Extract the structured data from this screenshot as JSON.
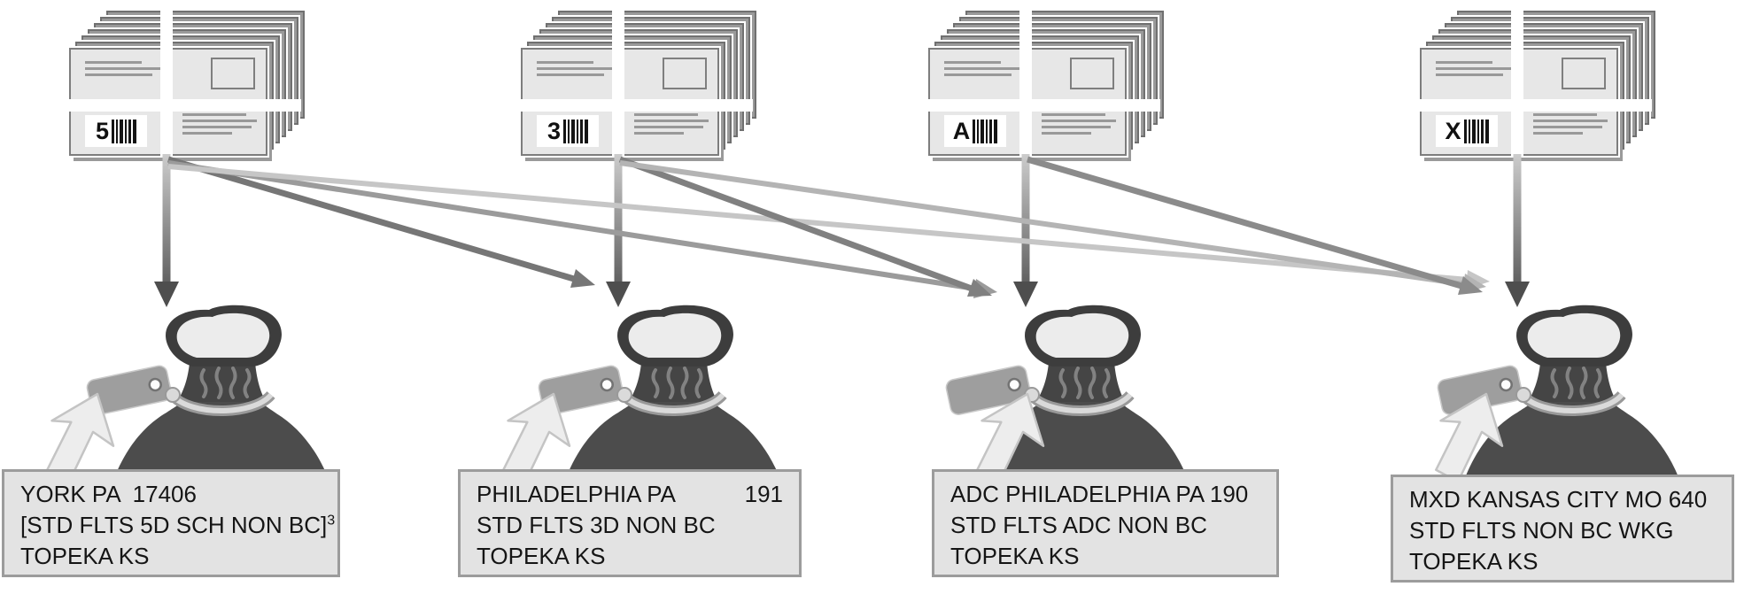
{
  "diagram": {
    "description": "Bundles of flats distributed to mail sacks",
    "colors": {
      "sack_body": "#4c4c4c",
      "sack_mouth_inner": "#ececec",
      "rope": "#dadada",
      "tag": "#9e9e9e",
      "arrow_dark": "#4e4e4e",
      "pointer_arrow_fill": "#ededed",
      "label_box_bg": "#e3e3e3",
      "label_box_border": "#9c9c9c",
      "bundle_face": "#e7e7e7",
      "barcode": "#141414"
    }
  },
  "groups": [
    {
      "id": "sack-1",
      "bundle_code": "5",
      "label": {
        "line1": "YORK PA  17406",
        "line2_main": "[STD FLTS 5D SCH NON BC]",
        "line2_sup": "3",
        "line3": "TOPEKA KS"
      }
    },
    {
      "id": "sack-2",
      "bundle_code": "3",
      "label": {
        "line1_left": "PHILADELPHIA PA",
        "line1_right": "191",
        "line2_main": "STD FLTS 3D NON BC",
        "line3": "TOPEKA KS"
      }
    },
    {
      "id": "sack-3",
      "bundle_code": "A",
      "label": {
        "line1": "ADC PHILADELPHIA PA 190",
        "line2_main": "STD FLTS ADC NON BC",
        "line3": "TOPEKA KS"
      }
    },
    {
      "id": "sack-4",
      "bundle_code": "X",
      "label": {
        "line1": "MXD KANSAS CITY MO 640",
        "line2_main": "STD FLTS NON BC WKG",
        "line3": "TOPEKA KS"
      }
    }
  ],
  "connections": [
    {
      "from": "bundle-5",
      "to": [
        "sack-1",
        "sack-2",
        "sack-3",
        "sack-4"
      ]
    },
    {
      "from": "bundle-3",
      "to": [
        "sack-2",
        "sack-3",
        "sack-4"
      ]
    },
    {
      "from": "bundle-A",
      "to": [
        "sack-3",
        "sack-4"
      ]
    },
    {
      "from": "bundle-X",
      "to": [
        "sack-4"
      ]
    }
  ]
}
